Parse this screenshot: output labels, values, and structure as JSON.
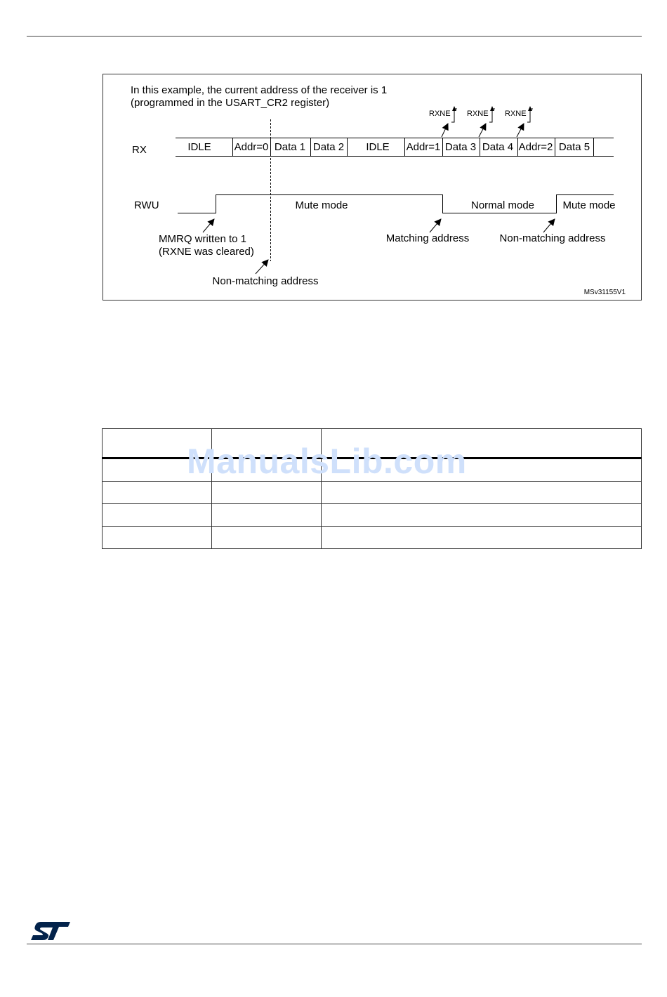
{
  "diagram": {
    "caption_line1": "In this example, the current address of the receiver is 1",
    "caption_line2": "(programmed in the USART_CR2 register)",
    "rx_label": "RX",
    "rwu_label": "RWU",
    "rx_frames": [
      "IDLE",
      "Addr=0",
      "Data 1",
      "Data 2",
      "IDLE",
      "Addr=1",
      "Data 3",
      "Data 4",
      "Addr=2",
      "Data 5"
    ],
    "rxne_label": "RXNE",
    "modes": [
      "Mute mode",
      "Normal mode",
      "Mute mode"
    ],
    "annotations": {
      "mmrq_line1": "MMRQ written to 1",
      "mmrq_line2": "(RXNE was cleared)",
      "non_matching_1": "Non-matching address",
      "matching": "Matching address",
      "non_matching_2": "Non-matching address"
    },
    "figure_id": "MSv31155V1"
  },
  "table": {
    "rows": [
      [
        "",
        "",
        ""
      ],
      [
        "",
        "",
        ""
      ],
      [
        "",
        "",
        ""
      ],
      [
        "",
        "",
        ""
      ],
      [
        "",
        "",
        ""
      ]
    ]
  },
  "watermark": "ManualsLib.com",
  "logo": {
    "name": "st-logo",
    "color": "#03234b"
  }
}
